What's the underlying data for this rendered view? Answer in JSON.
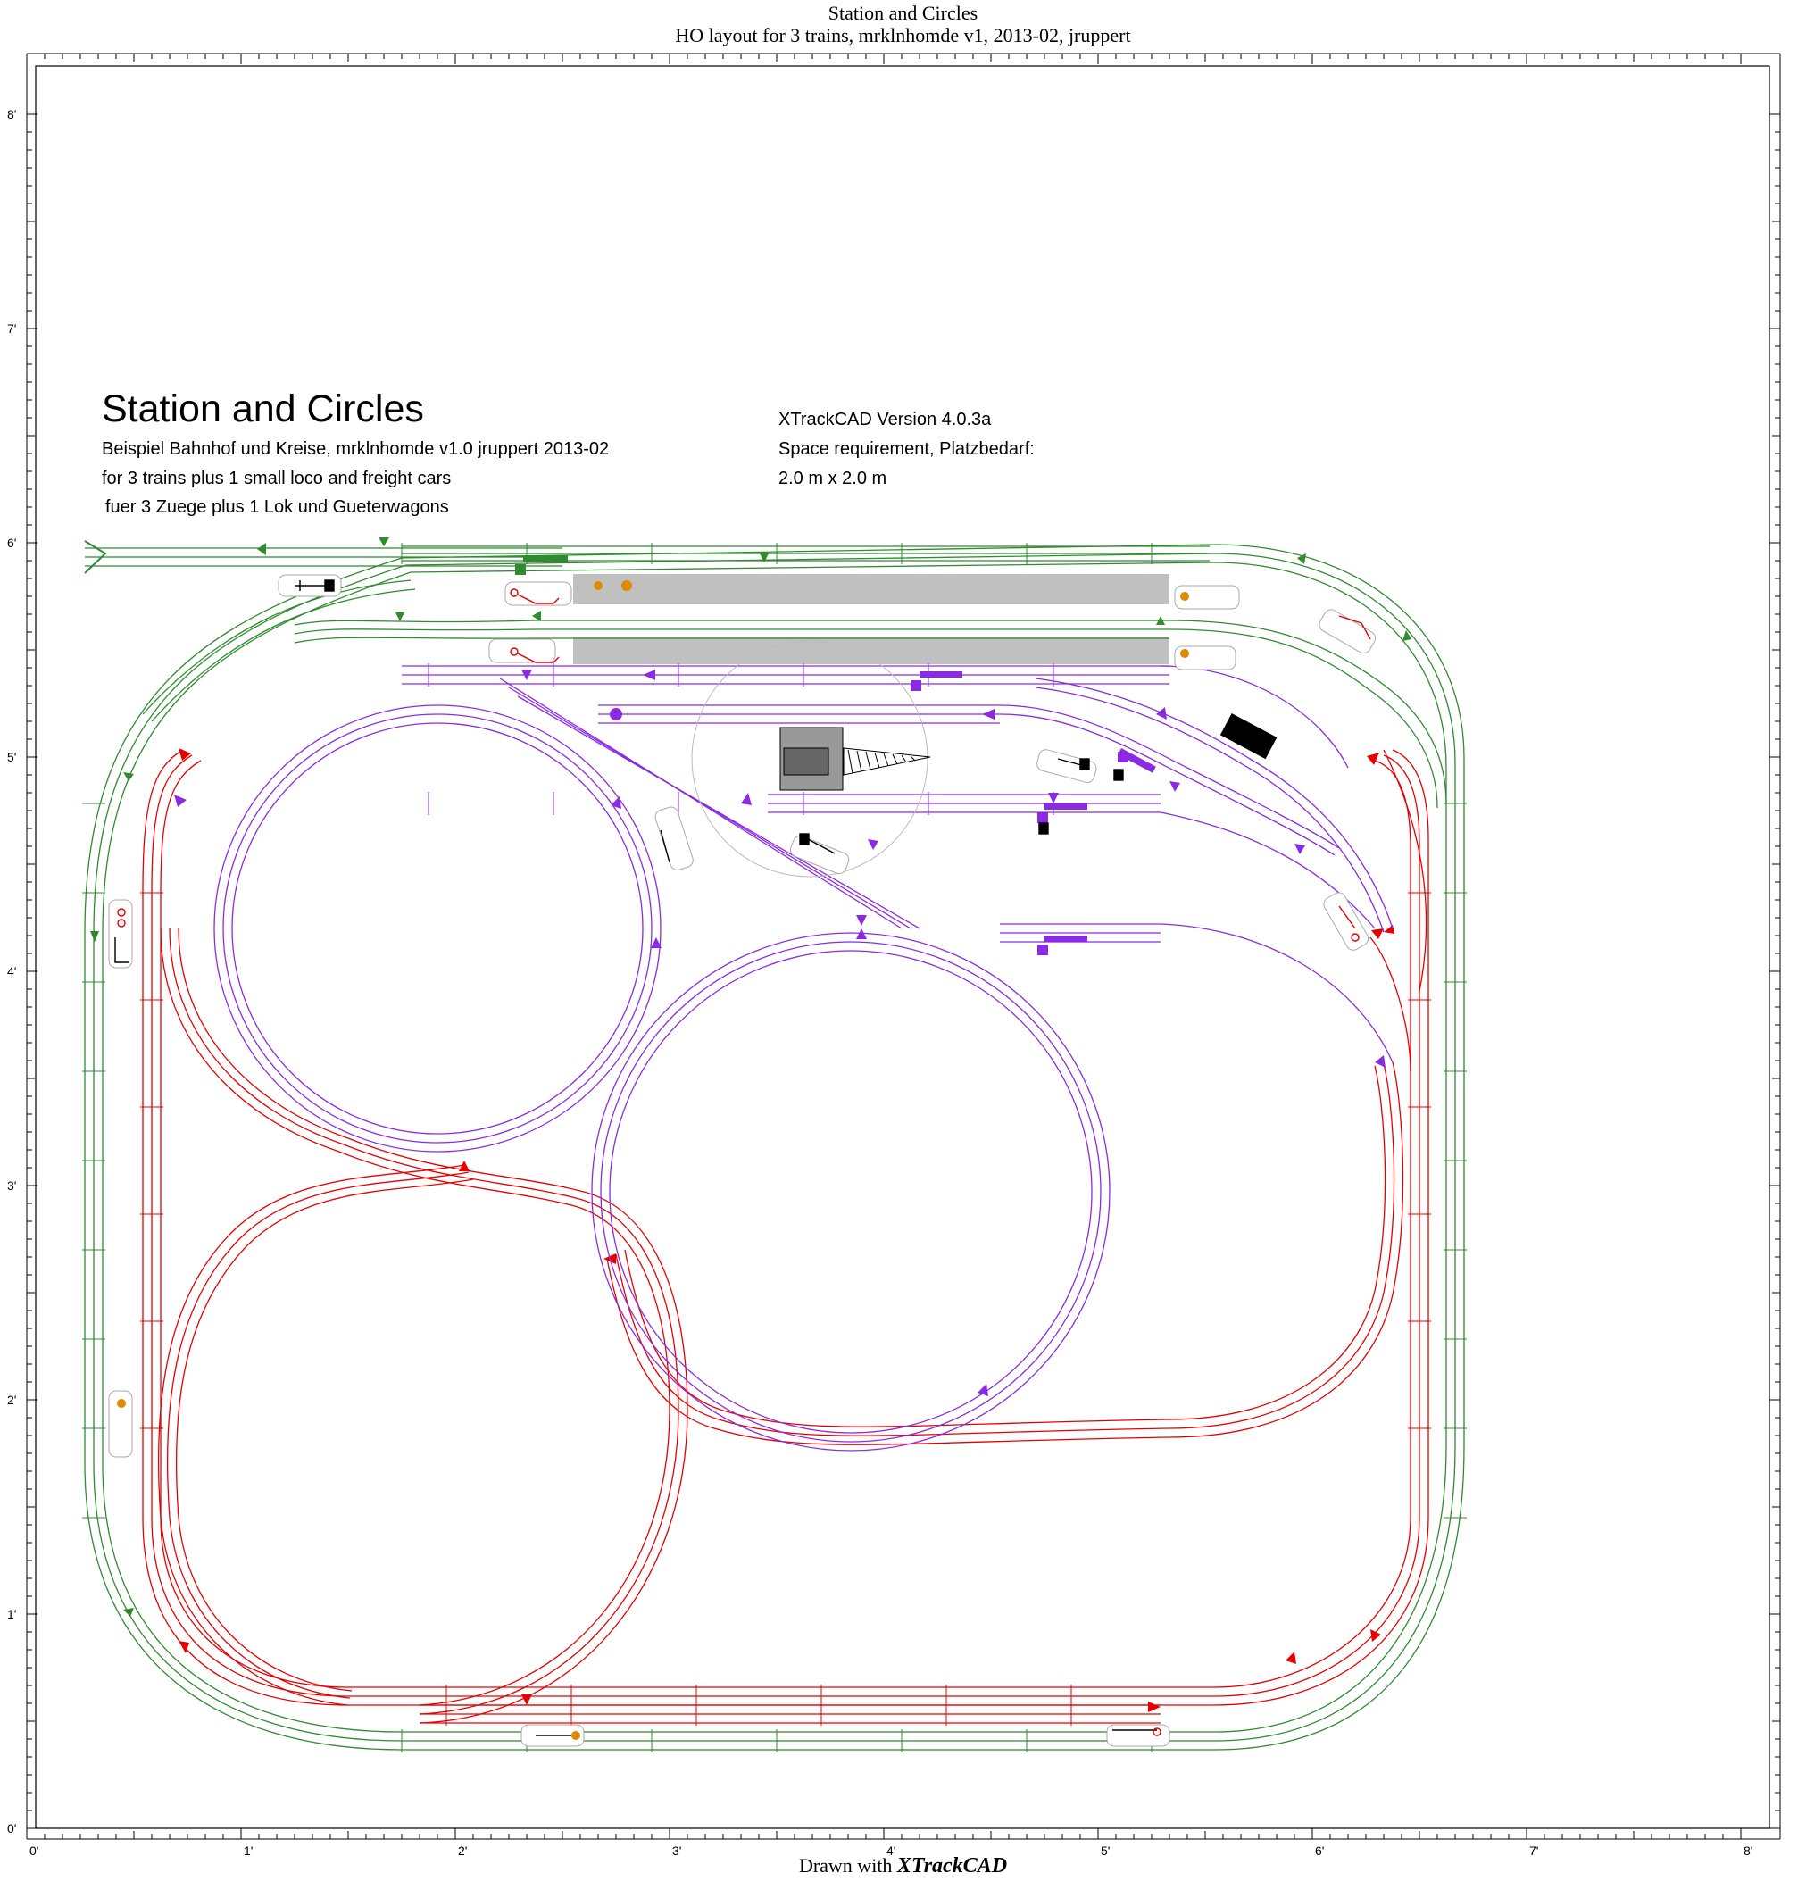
{
  "header": {
    "title": "Station and Circles",
    "subtitle": "HO layout for 3 trains, mrklnhomde v1, 2013-02, jruppert"
  },
  "footer": {
    "prefix": "Drawn with",
    "brand": "XTrackCAD"
  },
  "notes": {
    "title": "Station and Circles",
    "line1": "Beispiel Bahnhof und Kreise, mrklnhomde v1.0 jruppert 2013-02",
    "line2": "for 3 trains plus 1 small loco and freight cars",
    "line3": "fuer 3 Zuege plus 1 Lok und Gueterwagons",
    "version": "XTrackCAD Version 4.0.3a",
    "space_label": "Space requirement, Platzbedarf:",
    "space_value": "2.0 m x 2.0 m"
  },
  "ruler": {
    "x_labels": [
      "0'",
      "1'",
      "2'",
      "3'",
      "4'",
      "5'",
      "6'",
      "7'",
      "8'"
    ],
    "y_labels": [
      "0'",
      "1'",
      "2'",
      "3'",
      "4'",
      "5'",
      "6'",
      "7'",
      "8'"
    ]
  },
  "colors": {
    "outer_loop": "#2e8b2e",
    "inner_figure8": "#e60000",
    "station_tracks": "#8a2be2",
    "platform": "#c0c0c0",
    "border": "#000000"
  }
}
